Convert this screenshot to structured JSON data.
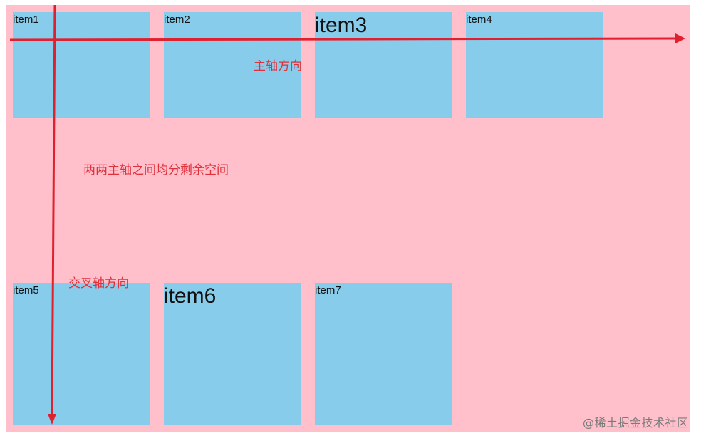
{
  "colors": {
    "container_bg": "#ffc0cb",
    "item_bg": "#87cceb",
    "axis_arrow": "#e0202e",
    "annotation_text": "#e0303a",
    "watermark": "#7a7a7a"
  },
  "items": [
    {
      "label": "item1",
      "size": "small"
    },
    {
      "label": "item2",
      "size": "small"
    },
    {
      "label": "item3",
      "size": "large"
    },
    {
      "label": "item4",
      "size": "small"
    },
    {
      "label": "item5",
      "size": "small"
    },
    {
      "label": "item6",
      "size": "large"
    },
    {
      "label": "item7",
      "size": "small"
    }
  ],
  "annotations": {
    "main_axis": "主轴方向",
    "cross_axis": "交叉轴方向",
    "space_between": "两两主轴之间均分剩余空间"
  },
  "watermark": "@稀土掘金技术社区"
}
